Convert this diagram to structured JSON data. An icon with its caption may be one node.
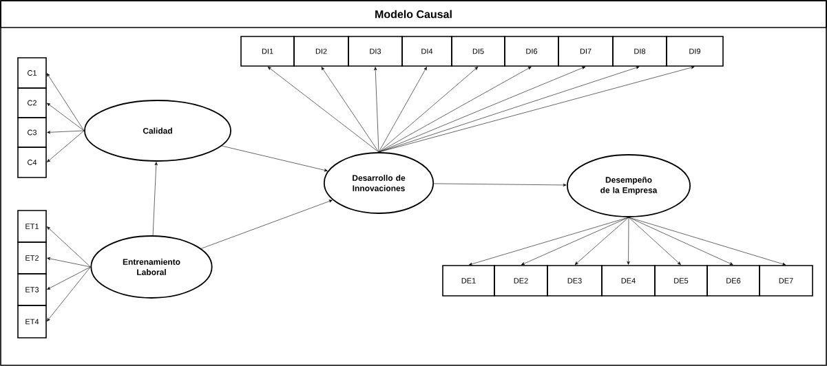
{
  "diagram": {
    "title": "Modelo Causal",
    "nodes": [
      {
        "text": [
          "DI1"
        ]
      },
      {
        "text": [
          "DI2"
        ]
      },
      {
        "text": [
          "DI3"
        ]
      },
      {
        "text": [
          "DI4"
        ]
      },
      {
        "text": [
          "DI5"
        ]
      },
      {
        "text": [
          "DI6"
        ]
      },
      {
        "text": [
          "DI7"
        ]
      },
      {
        "text": [
          "DI8"
        ]
      },
      {
        "text": [
          "DI9"
        ]
      },
      {
        "text": [
          "C1"
        ]
      },
      {
        "text": [
          "C2"
        ]
      },
      {
        "text": [
          "C3"
        ]
      },
      {
        "text": [
          "C4"
        ]
      },
      {
        "text": [
          "Calidad"
        ]
      },
      {
        "text": [
          "Desarrollo de Innovaciones"
        ]
      },
      {
        "text": [
          "Desempeño de la Empresa"
        ]
      },
      {
        "text": [
          "ET1"
        ]
      },
      {
        "text": [
          "ET2"
        ]
      },
      {
        "text": [
          "ET3"
        ]
      },
      {
        "text": [
          "ET4"
        ]
      },
      {
        "text": [
          "Entrenamiento Laboral"
        ]
      },
      {
        "text": [
          "DE1"
        ]
      },
      {
        "text": [
          "DE2"
        ]
      },
      {
        "text": [
          "DE3"
        ]
      },
      {
        "text": [
          "DE4"
        ]
      },
      {
        "text": [
          "DE5"
        ]
      },
      {
        "text": [
          "DE6"
        ]
      },
      {
        "text": [
          "DE7"
        ]
      }
    ],
    "edges": [
      {
        "from": 13,
        "to": 9,
        "arrow": "to"
      },
      {
        "from": 13,
        "to": 10,
        "arrow": "to"
      },
      {
        "from": 13,
        "to": 11,
        "arrow": "to"
      },
      {
        "from": 13,
        "to": 12,
        "arrow": "to"
      },
      {
        "from": 20,
        "to": 16,
        "arrow": "to"
      },
      {
        "from": 20,
        "to": 17,
        "arrow": "to"
      },
      {
        "from": 20,
        "to": 18,
        "arrow": "to"
      },
      {
        "from": 20,
        "to": 19,
        "arrow": "to"
      },
      {
        "from": 20,
        "to": 13,
        "arrow": "to"
      },
      {
        "from": 13,
        "to": 14,
        "arrow": "to"
      },
      {
        "from": 20,
        "to": 14,
        "arrow": "to"
      },
      {
        "from": 14,
        "to": 15,
        "arrow": "to"
      },
      {
        "from": 14,
        "to": 0,
        "arrow": "to"
      },
      {
        "from": 14,
        "to": 1,
        "arrow": "to"
      },
      {
        "from": 14,
        "to": 2,
        "arrow": "to"
      },
      {
        "from": 14,
        "to": 3,
        "arrow": "to"
      },
      {
        "from": 14,
        "to": 4,
        "arrow": "to"
      },
      {
        "from": 14,
        "to": 5,
        "arrow": "to"
      },
      {
        "from": 14,
        "to": 6,
        "arrow": "to"
      },
      {
        "from": 14,
        "to": 7,
        "arrow": "to"
      },
      {
        "from": 14,
        "to": 8,
        "arrow": "to"
      },
      {
        "from": 15,
        "to": 21,
        "arrow": "to"
      },
      {
        "from": 15,
        "to": 22,
        "arrow": "to"
      },
      {
        "from": 15,
        "to": 23,
        "arrow": "to"
      },
      {
        "from": 15,
        "to": 24,
        "arrow": "to"
      },
      {
        "from": 15,
        "to": 25,
        "arrow": "to"
      },
      {
        "from": 15,
        "to": 26,
        "arrow": "to"
      },
      {
        "from": 15,
        "to": 27,
        "arrow": "to"
      }
    ]
  }
}
